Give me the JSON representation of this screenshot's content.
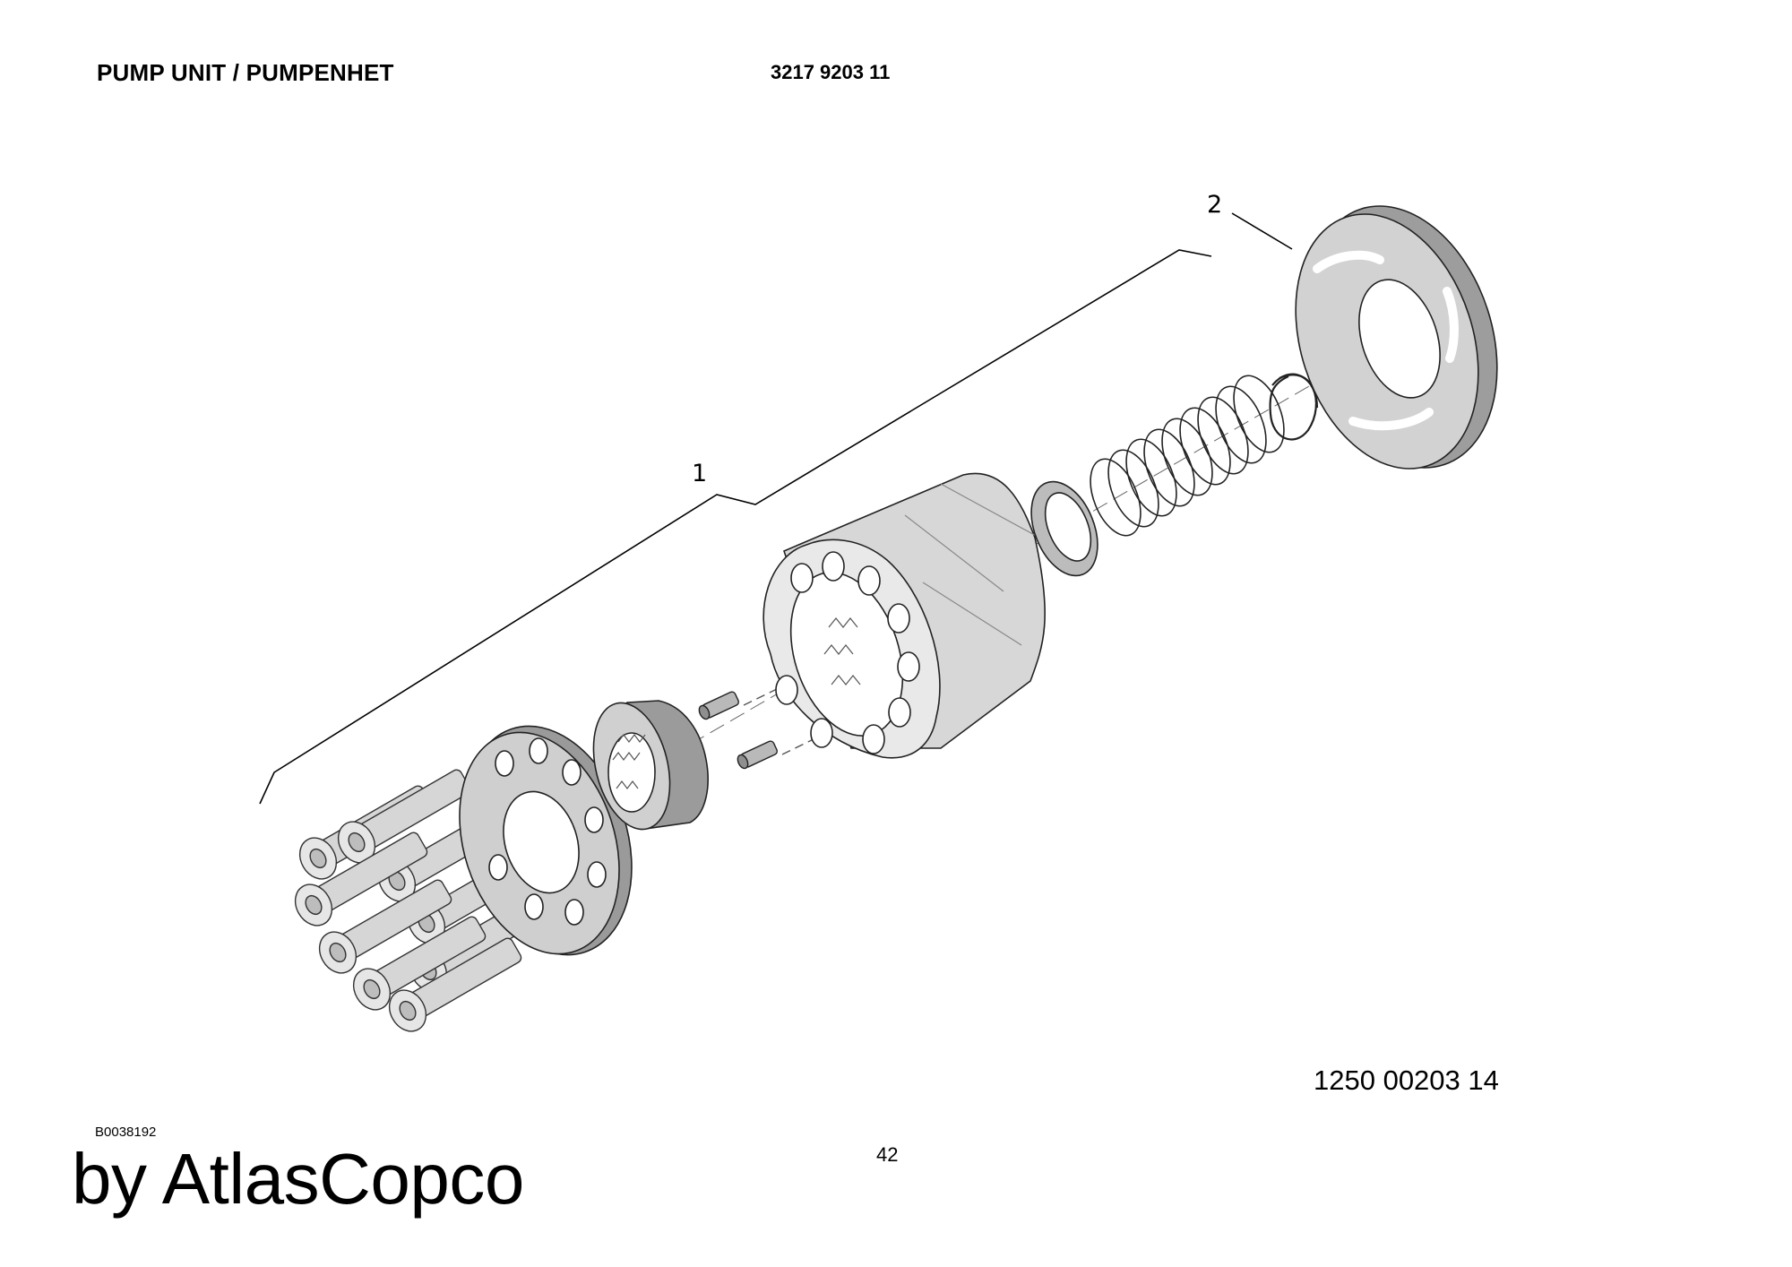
{
  "header": {
    "title": "PUMP UNIT / PUMPENHET",
    "part_number": "3217 9203 11"
  },
  "drawing": {
    "callouts": [
      "1",
      "2"
    ],
    "figure_number": "1250 00203 14",
    "image_reference": "B0038192"
  },
  "footer": {
    "page_number": "42",
    "watermark": "by AtlasCopco"
  }
}
